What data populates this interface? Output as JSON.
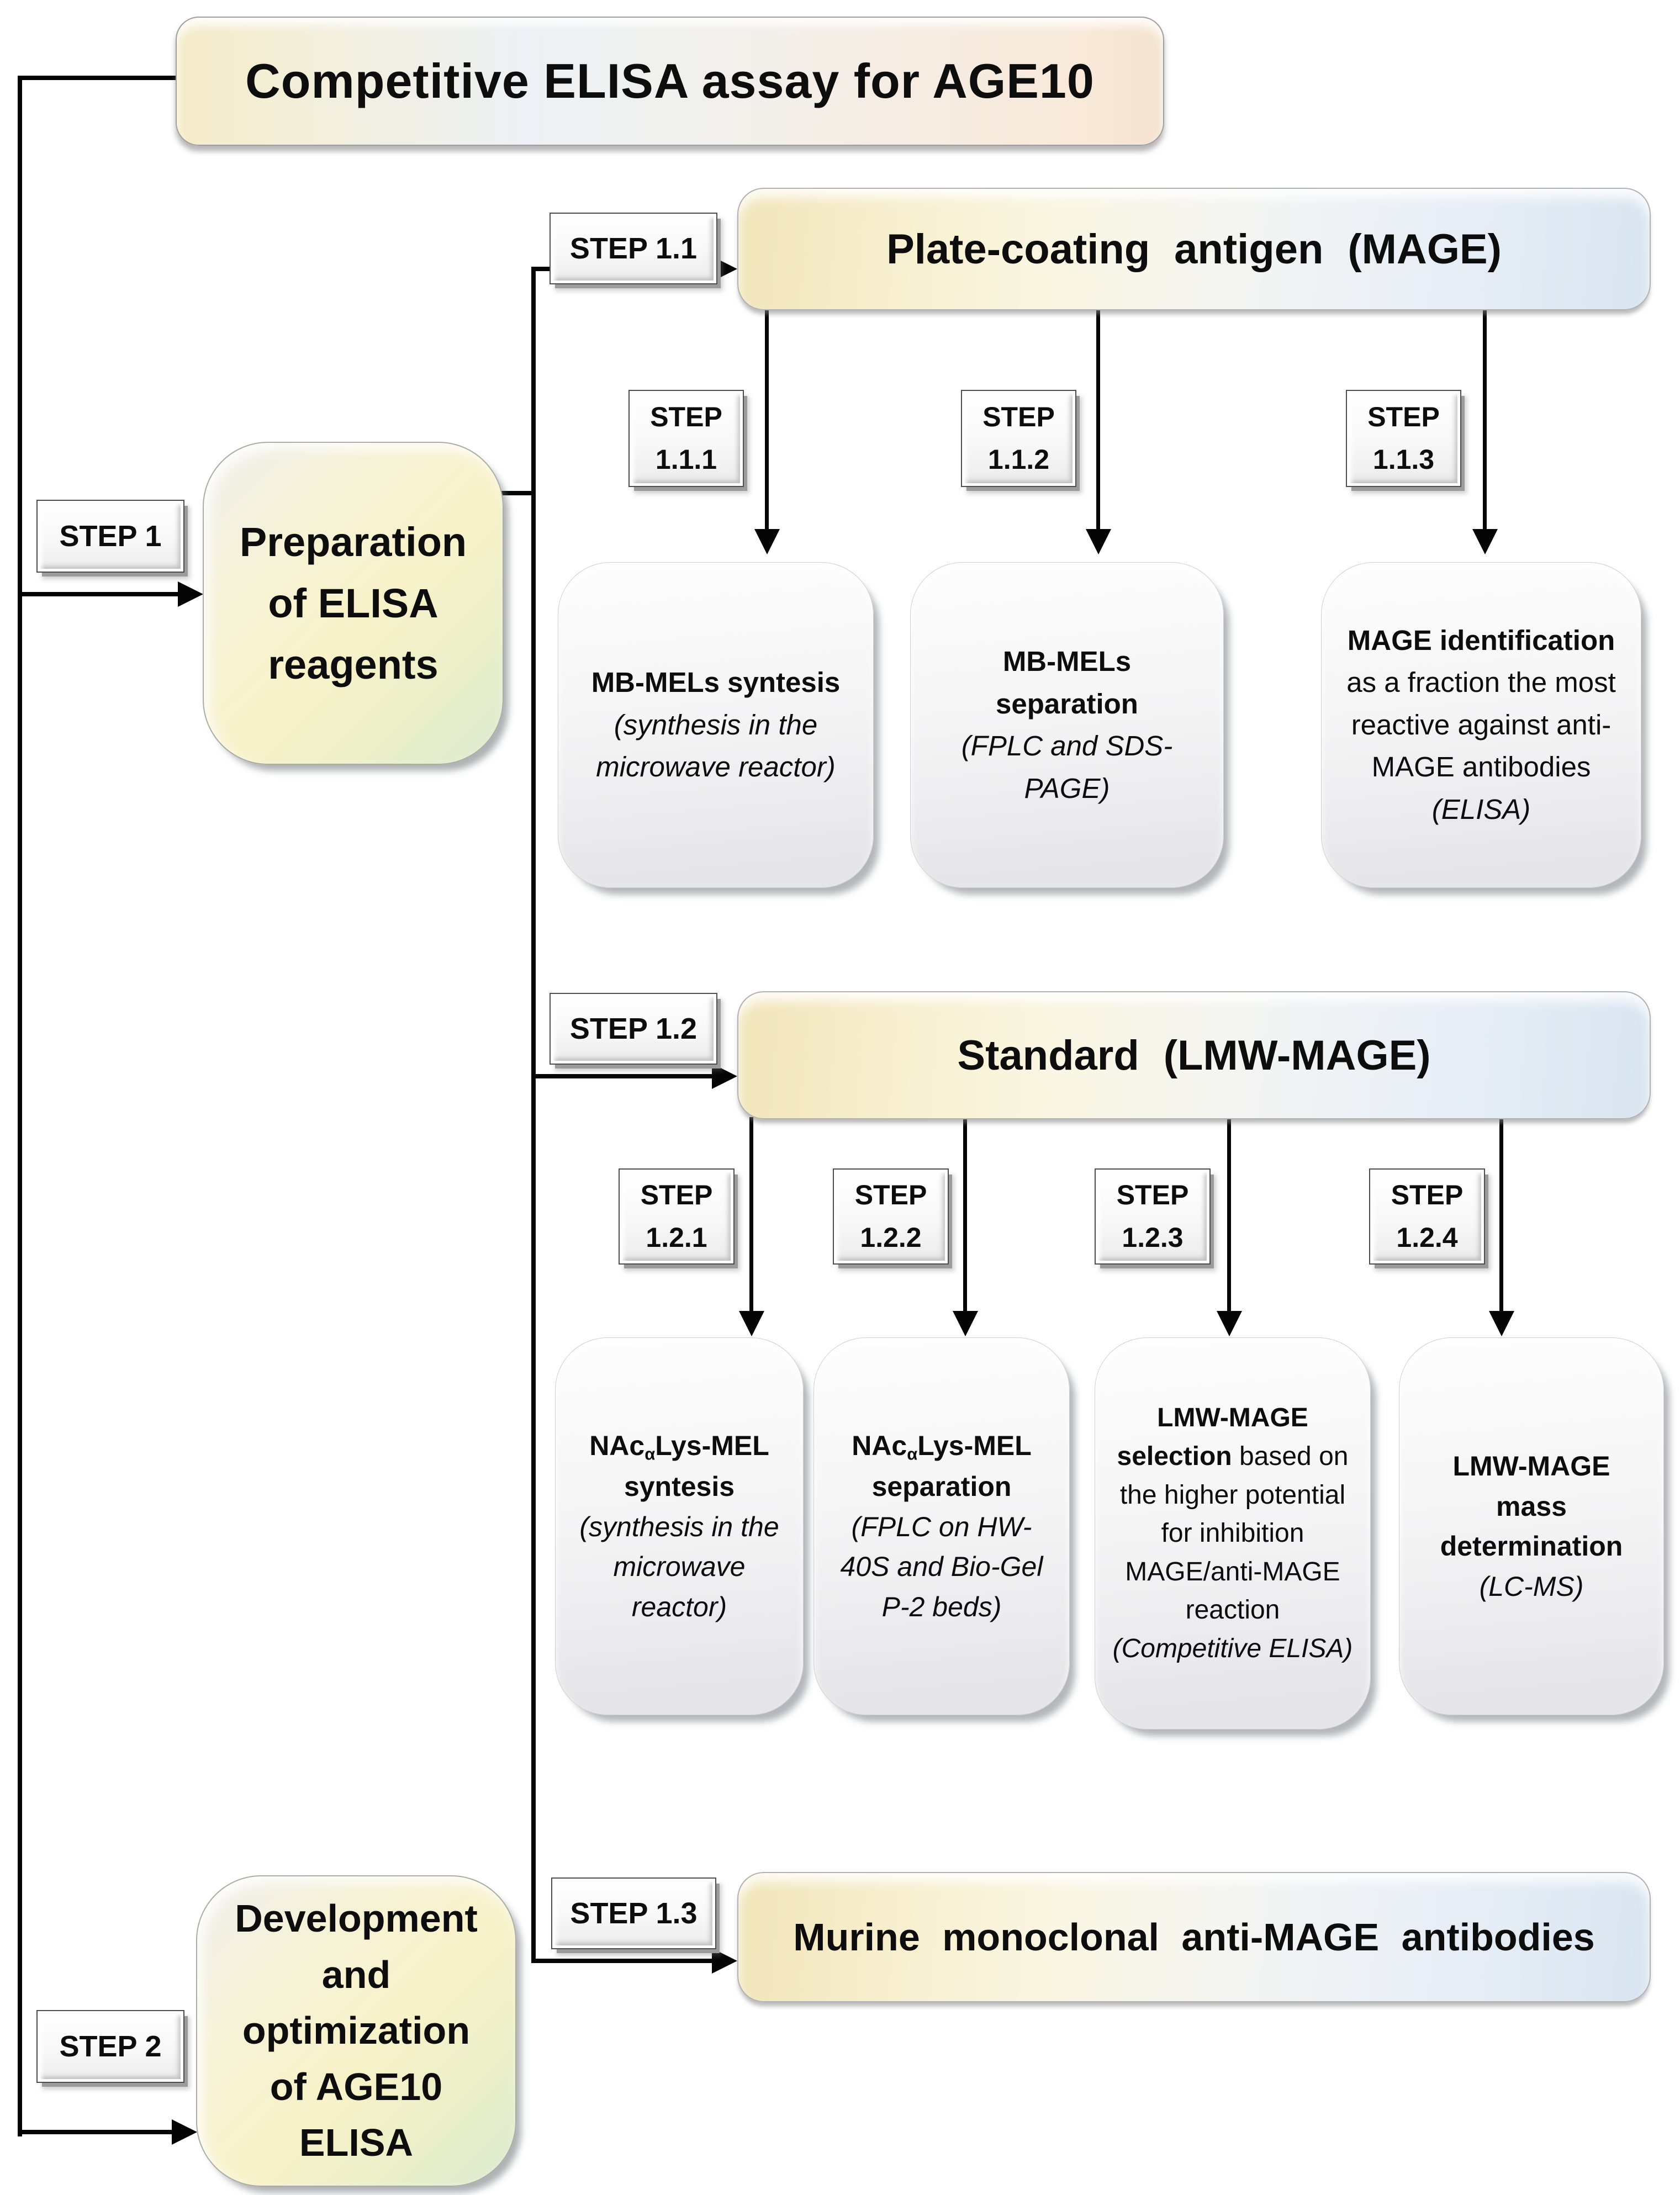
{
  "title": "Competitive ELISA assay for AGE10",
  "colors": {
    "line_black": "#050505",
    "header_yellow": "#f1e5ba",
    "header_blue": "#d8e4f0",
    "stage_yellow": "#f8f2c9",
    "stage_green": "#dcead2",
    "card_gray": "#e9e9eb"
  },
  "step_labels": {
    "step1": "STEP 1",
    "step2": "STEP 2",
    "step11": "STEP 1.1",
    "step12": "STEP 1.2",
    "step13": "STEP 1.3"
  },
  "headers": {
    "plate_coating": "Plate-coating antigen (MAGE)",
    "standard": "Standard (LMW-MAGE)",
    "murine": "Murine monoclonal anti-MAGE antibodies"
  },
  "stage_boxes": {
    "preparation": {
      "lines": [
        "Preparation",
        "of ELISA",
        "reagents"
      ]
    },
    "development": {
      "lines": [
        "Development",
        "and",
        "optimization",
        "of AGE10",
        "ELISA"
      ]
    }
  },
  "row1": {
    "sub_steps": [
      {
        "l1": "STEP",
        "l2": "1.1.1"
      },
      {
        "l1": "STEP",
        "l2": "1.1.2"
      },
      {
        "l1": "STEP",
        "l2": "1.1.3"
      }
    ],
    "cards": [
      {
        "title": "MB-MELs syntesis",
        "italic": "(synthesis in the microwave reactor)"
      },
      {
        "title": "MB-MELs separation",
        "italic": "(FPLC and SDS-PAGE)"
      },
      {
        "title": "MAGE identification",
        "body": " as a fraction the most reactive against anti-MAGE antibodies ",
        "italic": "(ELISA)"
      }
    ]
  },
  "row2": {
    "sub_steps": [
      {
        "l1": "STEP",
        "l2": "1.2.1"
      },
      {
        "l1": "STEP",
        "l2": "1.2.2"
      },
      {
        "l1": "STEP",
        "l2": "1.2.3"
      },
      {
        "l1": "STEP",
        "l2": "1.2.4"
      }
    ],
    "cards": [
      {
        "title_pre": "NAc",
        "title_sub": "α",
        "title_post": "Lys-MEL syntesis",
        "italic": "(synthesis in the microwave reactor)"
      },
      {
        "title_pre": "NAc",
        "title_sub": "α",
        "title_post": "Lys-MEL separation",
        "italic": "(FPLC on HW-40S and Bio-Gel P-2 beds)"
      },
      {
        "title": "LMW-MAGE selection",
        "body": " based on the higher potential for inhibition MAGE/anti-MAGE reaction ",
        "italic": "(Competitive ELISA)"
      },
      {
        "title": "LMW-MAGE mass determination",
        "italic": "(LC-MS)"
      }
    ]
  }
}
